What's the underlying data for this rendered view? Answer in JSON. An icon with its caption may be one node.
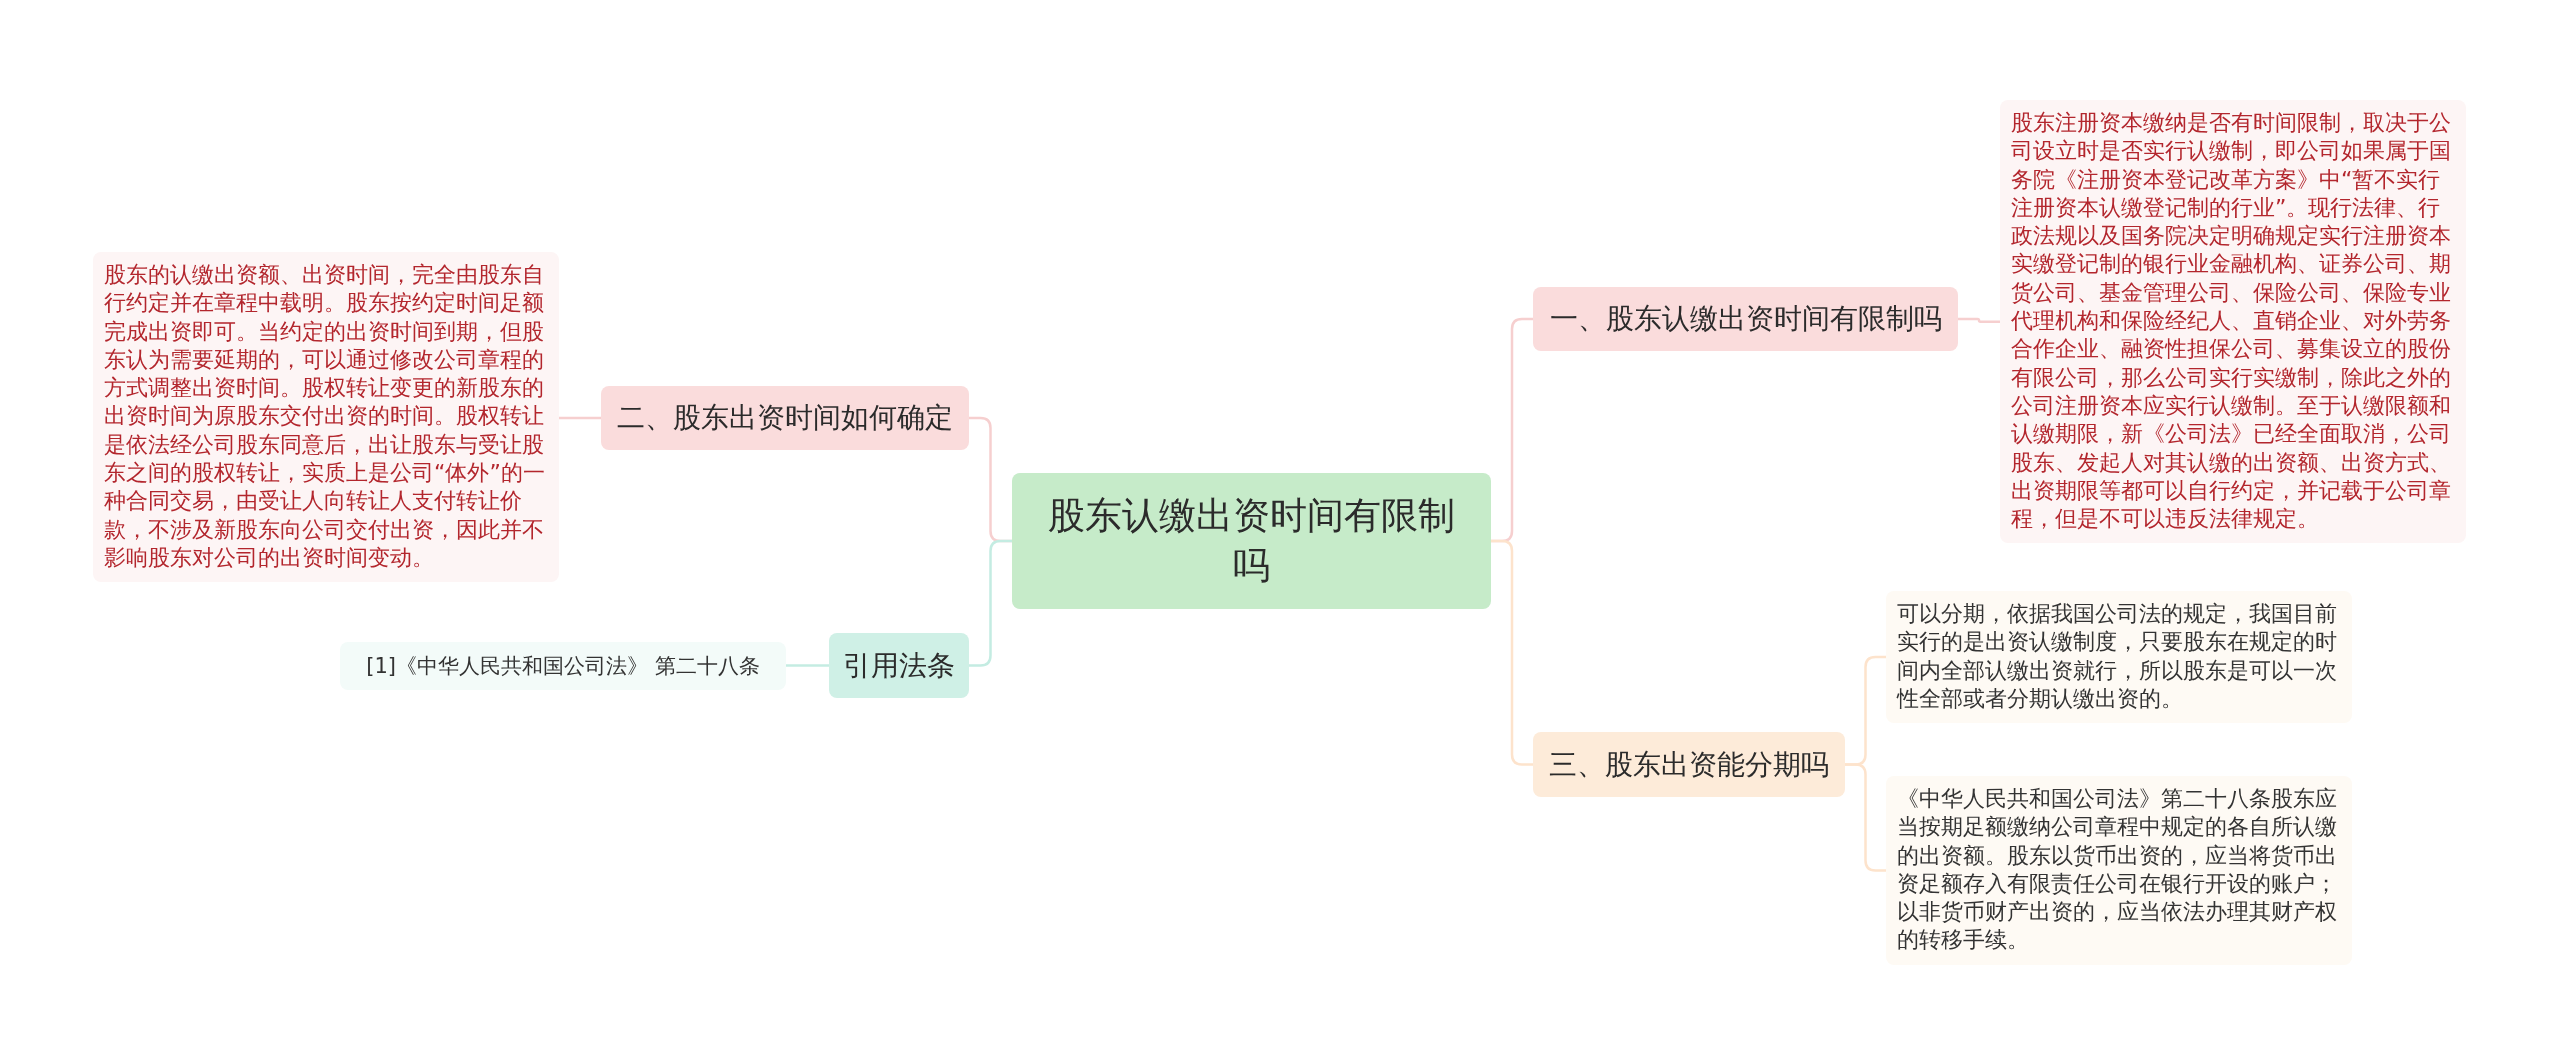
{
  "diagram": {
    "nodes": [
      {
        "text": [
          "股东认缴出资时间有限制吗"
        ]
      },
      {
        "text": [
          "一、股东认缴出资时间有限制吗"
        ]
      },
      {
        "text": [
          "股东注册资本缴纳是否有时间限制，取决于公司设立时是否实行认缴制，即公司如果属于国务院《注册资本登记改革方案》中“暂不实行注册资本认缴登记制的行业”。现行法律、行政法规以及国务院决定明确规定实行注册资本实缴登记制的银行业金融机构、证券公司、期货公司、基金管理公司、保险公司、保险专业代理机构和保险经纪人、直销企业、对外劳务合作企业、融资性担保公司、募集设立的股份有限公司，那么公司实行实缴制，除此之外的公司注册资本应实行认缴制。至于认缴限额和认缴期限，新《公司法》已经全面取消，公司股东、发起人对其认缴的出资额、出资方式、出资期限等都可以自行约定，并记载于公司章程，但是不可以违反法律规定。"
        ]
      },
      {
        "text": [
          "三、股东出资能分期吗"
        ]
      },
      {
        "text": [
          "可以分期，依据我国公司法的规定，我国目前实行的是出资认缴制度，只要股东在规定的时间内全部认缴出资就行，所以股东是可以一次性全部或者分期认缴出资的。"
        ]
      },
      {
        "text": [
          "《中华人民共和国公司法》第二十八条股东应当按期足额缴纳公司章程中规定的各自所认缴的出资额。股东以货币出资的，应当将货币出资足额存入有限责任公司在银行开设的账户；以非货币财产出资的，应当依法办理其财产权的转移手续。"
        ]
      },
      {
        "text": [
          "二、股东出资时间如何确定"
        ]
      },
      {
        "text": [
          "股东的认缴出资额、出资时间，完全由股东自行约定并在章程中载明。股东按约定时间足额完成出资即可。当约定的出资时间到期，但股东认为需要延期的，可以通过修改公司章程的方式调整出资时间。股权转让变更的新股东的出资时间为原股东交付出资的时间。股权转让是依法经公司股东同意后，出让股东与受让股东之间的股权转让，实质上是公司“体外”的一种合同交易，由受让人向转让人支付转让价款，不涉及新股东向公司交付出资，因此并不影响股东对公司的出资时间变动。"
        ]
      },
      {
        "text": [
          "引用法条"
        ]
      },
      {
        "text": [
          "[1]《中华人民共和国公司法》 第二十八条"
        ]
      }
    ],
    "edges": [
      {
        "from": 0,
        "to": 1,
        "arrow": "none"
      },
      {
        "from": 1,
        "to": 2,
        "arrow": "none"
      },
      {
        "from": 0,
        "to": 3,
        "arrow": "none",
        "color": "#fde3cc"
      },
      {
        "from": 3,
        "to": 4,
        "arrow": "none",
        "color": "#fde3cc"
      },
      {
        "from": 3,
        "to": 5,
        "arrow": "none",
        "color": "#fde3cc"
      },
      {
        "from": 0,
        "to": 6,
        "arrow": "none"
      },
      {
        "from": 6,
        "to": 7,
        "arrow": "none"
      },
      {
        "from": 0,
        "to": 8,
        "arrow": "none",
        "color": "#c4ece2"
      },
      {
        "from": 8,
        "to": 9,
        "arrow": "none",
        "color": "#c4ece2"
      }
    ]
  }
}
